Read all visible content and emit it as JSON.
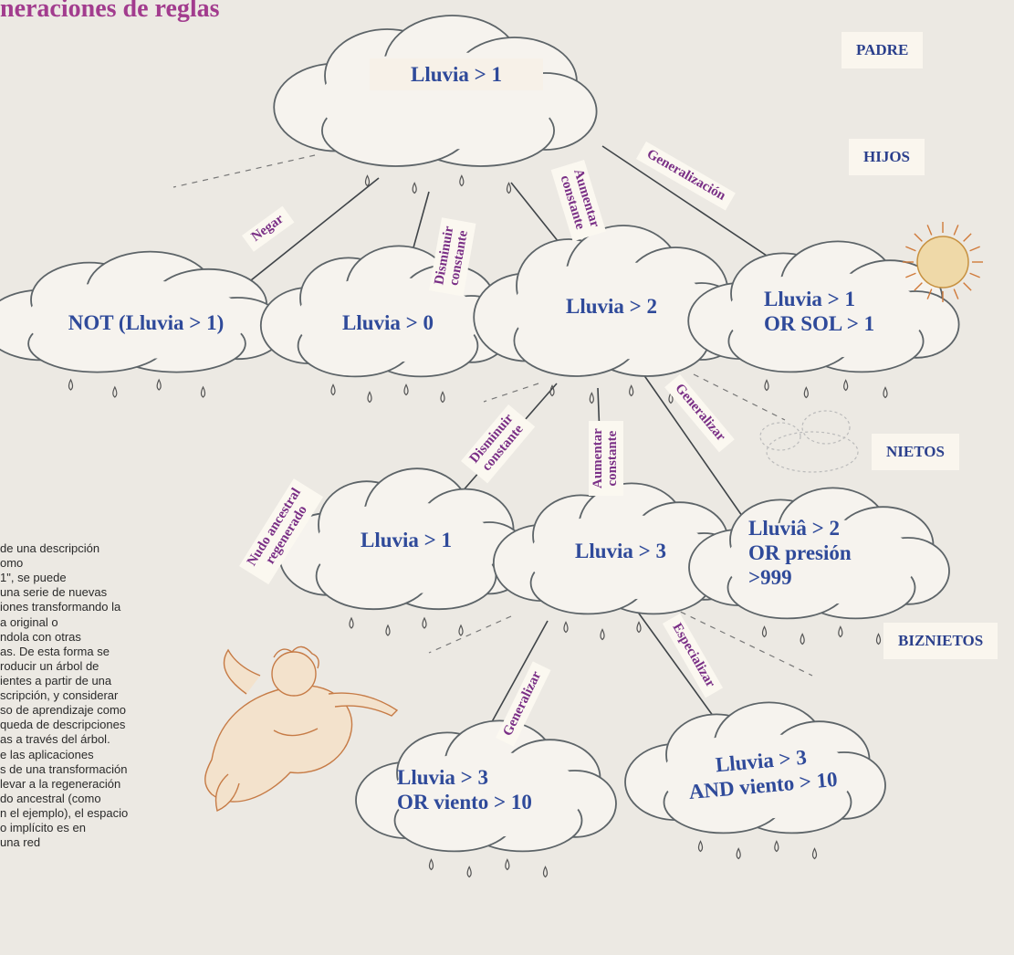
{
  "title": "neraciones de reglas",
  "generations": {
    "padre": "PADRE",
    "hijos": "HIJOS",
    "nietos": "NIETOS",
    "biznietos": "BIZNIETOS"
  },
  "nodes": {
    "root": "Lluvia > 1",
    "not": "NOT (Lluvia > 1)",
    "lluvia0": "Lluvia > 0",
    "lluvia2": "Lluvia > 2",
    "lluvia1_or_sol": "Lluvia > 1\nOR SOL > 1",
    "lluvia1_regen": "Lluvia > 1",
    "lluvia3": "Lluvia > 3",
    "lluvia2_or_presion": "Lluviâ > 2\nOR presión\n>999",
    "lluvia3_or_viento": "Lluvia > 3\nOR viento > 10",
    "lluvia3_and_viento": "Lluvia > 3\nAND viento > 10"
  },
  "edge_labels": {
    "negar": "Negar",
    "disminuir1": "Disminuir\nconstante",
    "aumentar1": "Aumentar\nconstante",
    "generalizacion": "Generalización",
    "disminuir2": "Disminuir\nconstante",
    "aumentar2": "Aumentar\nconstante",
    "generalizar1": "Generalizar",
    "nudo": "Nudo ancestral\nregenerado",
    "generalizar2": "Generalizar",
    "especializar": "Especializar"
  },
  "caption": [
    "de una descripción",
    "omo",
    "1\", se puede",
    "una serie de nuevas",
    "iones transformando la",
    "a original o",
    "ndola con otras",
    "as. De esta forma se",
    "roducir un árbol de",
    "ientes a partir de una",
    "scripción, y considerar",
    "so de aprendizaje como",
    "queda de descripciones",
    "as a través del árbol.",
    "e las aplicaciones",
    "s de una transformación",
    "levar a la regeneración",
    "do ancestral (como",
    "n el ejemplo), el espacio",
    "o implícito es en",
    "una red"
  ],
  "colors": {
    "title": "#a23c8e",
    "rule_text": "#2f4a9a",
    "label_text": "#7a2f86",
    "generation_text": "#2a3f8c",
    "cloud_outline": "#5d6468",
    "background": "#ece9e3"
  }
}
